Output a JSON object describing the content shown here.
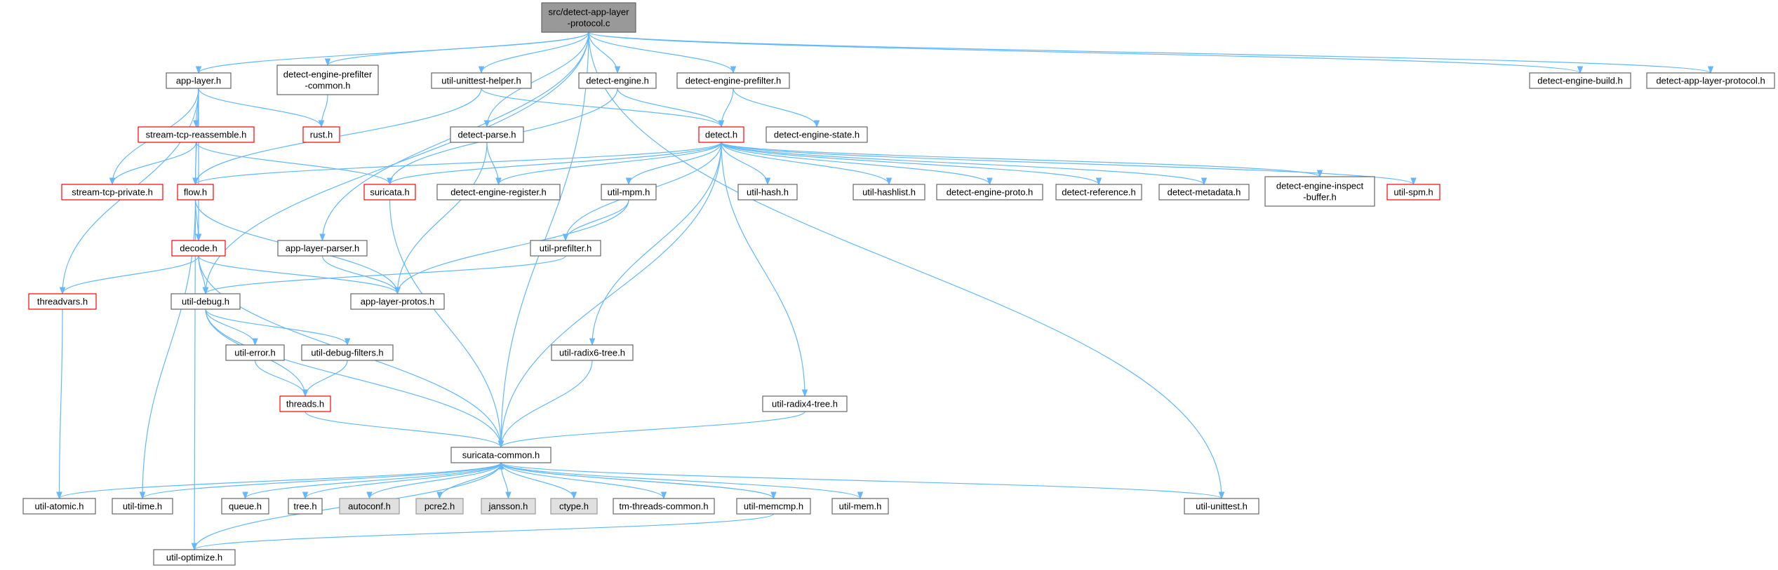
{
  "colors": {
    "edge": "#63b8ff",
    "root_fill": "#999999",
    "highlight_border": "#ff0000",
    "system_fill": "#e0e0e0"
  },
  "nodes": {
    "root": {
      "lines": [
        "src/detect-app-layer",
        "-protocol.c"
      ],
      "style": "root"
    },
    "applayer": {
      "lines": [
        "app-layer.h"
      ]
    },
    "deppc": {
      "lines": [
        "detect-engine-prefilter",
        "-common.h"
      ]
    },
    "uuh": {
      "lines": [
        "util-unittest-helper.h"
      ]
    },
    "de": {
      "lines": [
        "detect-engine.h"
      ]
    },
    "dep": {
      "lines": [
        "detect-engine-prefilter.h"
      ]
    },
    "deb": {
      "lines": [
        "detect-engine-build.h"
      ]
    },
    "dalp": {
      "lines": [
        "detect-app-layer-protocol.h"
      ]
    },
    "str": {
      "lines": [
        "stream-tcp-reassemble.h"
      ],
      "style": "hl"
    },
    "rust": {
      "lines": [
        "rust.h"
      ],
      "style": "hl"
    },
    "dparse": {
      "lines": [
        "detect-parse.h"
      ]
    },
    "detect": {
      "lines": [
        "detect.h"
      ],
      "style": "hl"
    },
    "des": {
      "lines": [
        "detect-engine-state.h"
      ]
    },
    "stp": {
      "lines": [
        "stream-tcp-private.h"
      ],
      "style": "hl"
    },
    "flow": {
      "lines": [
        "flow.h"
      ],
      "style": "hl"
    },
    "suricata": {
      "lines": [
        "suricata.h"
      ],
      "style": "hl"
    },
    "der": {
      "lines": [
        "detect-engine-register.h"
      ]
    },
    "umpm": {
      "lines": [
        "util-mpm.h"
      ]
    },
    "uhash": {
      "lines": [
        "util-hash.h"
      ]
    },
    "uhl": {
      "lines": [
        "util-hashlist.h"
      ]
    },
    "deproto": {
      "lines": [
        "detect-engine-proto.h"
      ]
    },
    "dref": {
      "lines": [
        "detect-reference.h"
      ]
    },
    "dmeta": {
      "lines": [
        "detect-metadata.h"
      ]
    },
    "deib": {
      "lines": [
        "detect-engine-inspect",
        "-buffer.h"
      ]
    },
    "uspm": {
      "lines": [
        "util-spm.h"
      ],
      "style": "hl"
    },
    "decode": {
      "lines": [
        "decode.h"
      ],
      "style": "hl"
    },
    "alparser": {
      "lines": [
        "app-layer-parser.h"
      ]
    },
    "upref": {
      "lines": [
        "util-prefilter.h"
      ]
    },
    "tv": {
      "lines": [
        "threadvars.h"
      ],
      "style": "hl"
    },
    "udebug": {
      "lines": [
        "util-debug.h"
      ]
    },
    "alprotos": {
      "lines": [
        "app-layer-protos.h"
      ]
    },
    "uerr": {
      "lines": [
        "util-error.h"
      ]
    },
    "udf": {
      "lines": [
        "util-debug-filters.h"
      ]
    },
    "ur6": {
      "lines": [
        "util-radix6-tree.h"
      ]
    },
    "threads": {
      "lines": [
        "threads.h"
      ],
      "style": "hl"
    },
    "ur4": {
      "lines": [
        "util-radix4-tree.h"
      ]
    },
    "sc": {
      "lines": [
        "suricata-common.h"
      ]
    },
    "uatomic": {
      "lines": [
        "util-atomic.h"
      ]
    },
    "utime": {
      "lines": [
        "util-time.h"
      ]
    },
    "queue": {
      "lines": [
        "queue.h"
      ]
    },
    "tree": {
      "lines": [
        "tree.h"
      ]
    },
    "autoconf": {
      "lines": [
        "autoconf.h"
      ],
      "style": "sys"
    },
    "pcre2": {
      "lines": [
        "pcre2.h"
      ],
      "style": "sys"
    },
    "jansson": {
      "lines": [
        "jansson.h"
      ],
      "style": "sys"
    },
    "ctype": {
      "lines": [
        "ctype.h"
      ],
      "style": "sys"
    },
    "tmtc": {
      "lines": [
        "tm-threads-common.h"
      ]
    },
    "umemcmp": {
      "lines": [
        "util-memcmp.h"
      ]
    },
    "umem": {
      "lines": [
        "util-mem.h"
      ]
    },
    "uut": {
      "lines": [
        "util-unittest.h"
      ]
    },
    "uopt": {
      "lines": [
        "util-optimize.h"
      ]
    }
  },
  "edges": [
    [
      "root",
      "applayer"
    ],
    [
      "root",
      "deppc"
    ],
    [
      "root",
      "uuh"
    ],
    [
      "root",
      "de"
    ],
    [
      "root",
      "dep"
    ],
    [
      "root",
      "deb"
    ],
    [
      "root",
      "dalp"
    ],
    [
      "root",
      "dparse"
    ],
    [
      "root",
      "alparser"
    ],
    [
      "root",
      "udebug"
    ],
    [
      "root",
      "sc"
    ],
    [
      "root",
      "uut"
    ],
    [
      "applayer",
      "rust"
    ],
    [
      "applayer",
      "str"
    ],
    [
      "applayer",
      "stp"
    ],
    [
      "applayer",
      "flow"
    ],
    [
      "applayer",
      "decode"
    ],
    [
      "applayer",
      "tv"
    ],
    [
      "deppc",
      "rust"
    ],
    [
      "str",
      "stp"
    ],
    [
      "str",
      "flow"
    ],
    [
      "str",
      "suricata"
    ],
    [
      "uuh",
      "detect"
    ],
    [
      "uuh",
      "flow"
    ],
    [
      "de",
      "detect"
    ],
    [
      "de",
      "suricata"
    ],
    [
      "dep",
      "detect"
    ],
    [
      "dep",
      "des"
    ],
    [
      "dparse",
      "der"
    ],
    [
      "dparse",
      "alprotos"
    ],
    [
      "detect",
      "flow"
    ],
    [
      "detect",
      "suricata"
    ],
    [
      "detect",
      "der"
    ],
    [
      "detect",
      "umpm"
    ],
    [
      "detect",
      "uhash"
    ],
    [
      "detect",
      "uhl"
    ],
    [
      "detect",
      "deproto"
    ],
    [
      "detect",
      "dref"
    ],
    [
      "detect",
      "dmeta"
    ],
    [
      "detect",
      "deib"
    ],
    [
      "detect",
      "uspm"
    ],
    [
      "detect",
      "upref"
    ],
    [
      "detect",
      "ur6"
    ],
    [
      "detect",
      "ur4"
    ],
    [
      "detect",
      "sc"
    ],
    [
      "flow",
      "decode"
    ],
    [
      "flow",
      "alprotos"
    ],
    [
      "flow",
      "utime"
    ],
    [
      "flow",
      "uopt"
    ],
    [
      "suricata",
      "sc"
    ],
    [
      "umpm",
      "upref"
    ],
    [
      "umpm",
      "alprotos"
    ],
    [
      "decode",
      "tv"
    ],
    [
      "decode",
      "udebug"
    ],
    [
      "decode",
      "alprotos"
    ],
    [
      "decode",
      "sc"
    ],
    [
      "alparser",
      "alprotos"
    ],
    [
      "upref",
      "udebug"
    ],
    [
      "tv",
      "uatomic"
    ],
    [
      "udebug",
      "uerr"
    ],
    [
      "udebug",
      "udf"
    ],
    [
      "udebug",
      "threads"
    ],
    [
      "udebug",
      "sc"
    ],
    [
      "uerr",
      "threads"
    ],
    [
      "udf",
      "threads"
    ],
    [
      "ur6",
      "sc"
    ],
    [
      "ur4",
      "sc"
    ],
    [
      "threads",
      "sc"
    ],
    [
      "sc",
      "uatomic"
    ],
    [
      "sc",
      "utime"
    ],
    [
      "sc",
      "queue"
    ],
    [
      "sc",
      "tree"
    ],
    [
      "sc",
      "autoconf"
    ],
    [
      "sc",
      "pcre2"
    ],
    [
      "sc",
      "jansson"
    ],
    [
      "sc",
      "ctype"
    ],
    [
      "sc",
      "tmtc"
    ],
    [
      "sc",
      "umemcmp"
    ],
    [
      "sc",
      "umem"
    ],
    [
      "sc",
      "uut"
    ],
    [
      "sc",
      "uopt"
    ],
    [
      "umemcmp",
      "sc"
    ],
    [
      "umemcmp",
      "uopt"
    ]
  ]
}
